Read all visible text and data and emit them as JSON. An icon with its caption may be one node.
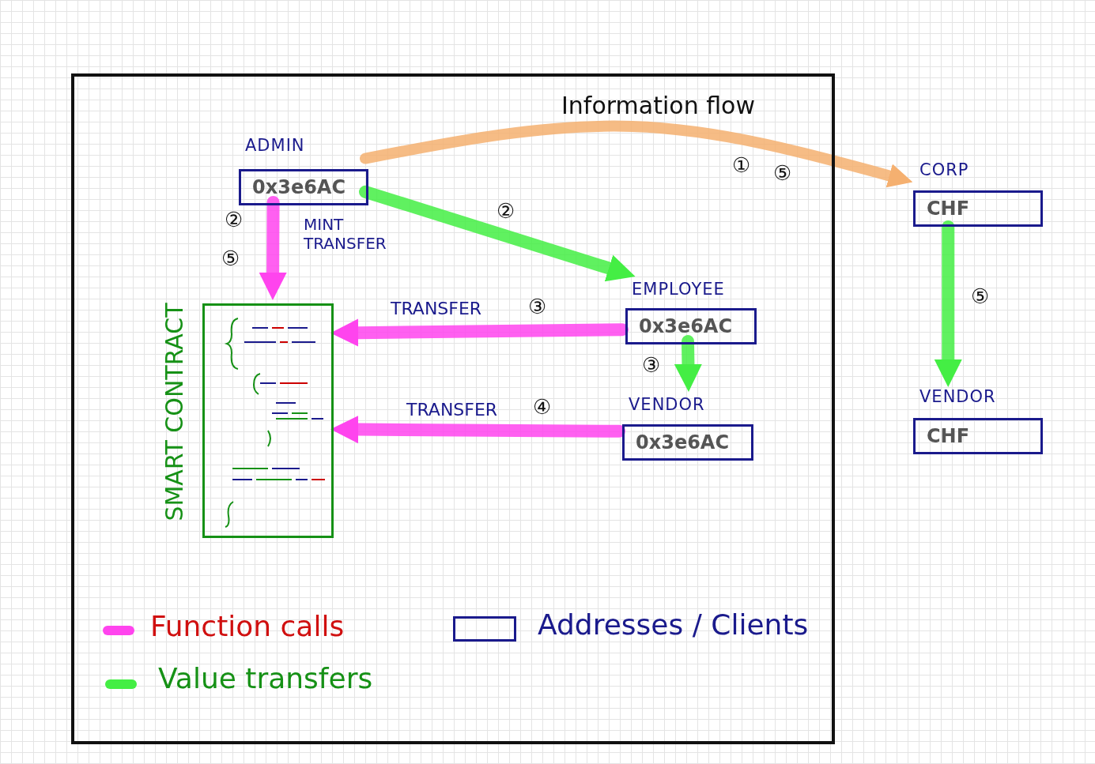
{
  "diagram": {
    "nodes": [
      {
        "text": [],
        "shape": "box"
      },
      {
        "text": [
          "ADMIN",
          "0x3e6AC"
        ],
        "in": 0
      },
      {
        "text": [
          "SMART CONTRACT"
        ],
        "in": 0
      },
      {
        "text": [
          "EMPLOYEE",
          "0x3e6AC"
        ],
        "in": 0
      },
      {
        "text": [
          "VENDOR",
          "0x3e6AC"
        ],
        "in": 0
      },
      {
        "text": [
          "CORP",
          "CHF"
        ]
      },
      {
        "text": [
          "VENDOR",
          "CHF"
        ]
      }
    ],
    "edges": [
      {
        "from": 1,
        "to": 5,
        "arrow": "to",
        "label": "Information flow",
        "color": "#f5b070"
      },
      {
        "from": 1,
        "to": 3,
        "arrow": "to",
        "label": "②",
        "color": "#44ee44"
      },
      {
        "from": 1,
        "to": 2,
        "arrow": "to",
        "label": "MINT TRANSFER",
        "color": "#ff44ee"
      },
      {
        "from": 3,
        "to": 2,
        "arrow": "to",
        "label": "TRANSFER",
        "color": "#ff44ee"
      },
      {
        "from": 3,
        "to": 4,
        "arrow": "to",
        "label": "③",
        "color": "#44ee44"
      },
      {
        "from": 4,
        "to": 2,
        "arrow": "to",
        "label": "TRANSFER",
        "color": "#ff44ee"
      },
      {
        "from": 5,
        "to": 6,
        "arrow": "to",
        "label": "⑤",
        "color": "#44ee44"
      }
    ],
    "labels": [
      "①",
      "⑤",
      "②",
      "⑤",
      "③",
      "④"
    ],
    "legend": [
      {
        "text": "Function calls",
        "color": "#ff44ee"
      },
      {
        "text": "Value transfers",
        "color": "#44ee44"
      },
      {
        "text": "Addresses / Clients"
      }
    ]
  }
}
